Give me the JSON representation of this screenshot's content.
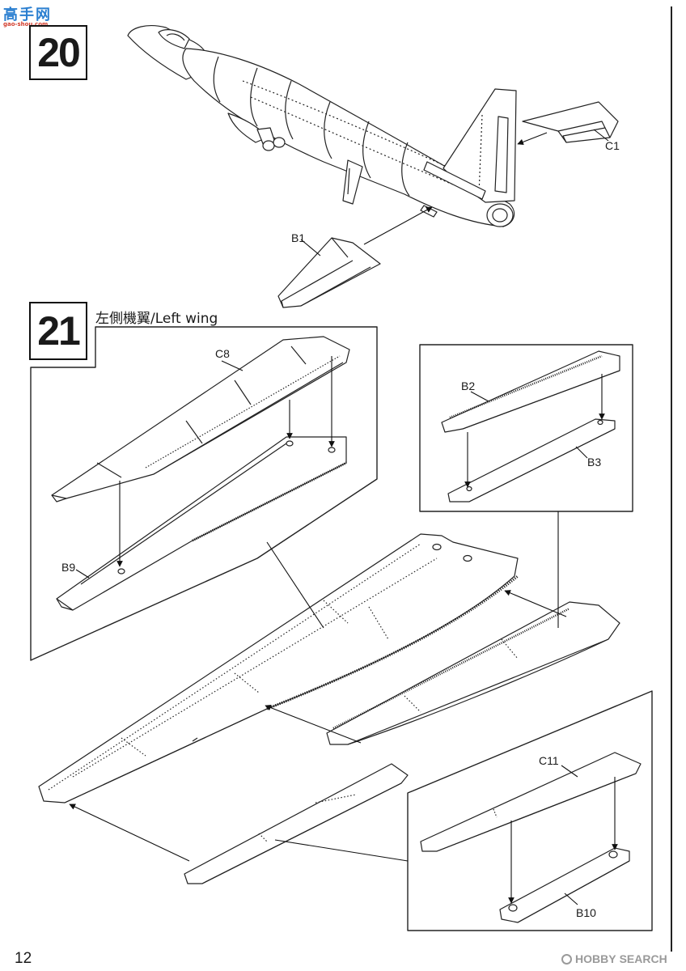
{
  "logo": {
    "chars": "高手网",
    "url": "gao-shou.com"
  },
  "steps": {
    "step20": "20",
    "step21": "21"
  },
  "wing_title": "左側機翼/Left wing",
  "parts": {
    "c1": "C1",
    "b1": "B1",
    "c8": "C8",
    "b9": "B9",
    "b2": "B2",
    "b3": "B3",
    "c11": "C11",
    "b10": "B10"
  },
  "page_number": "12",
  "watermark": {
    "brand": "HOBBY",
    "suffix": "SEARCH"
  }
}
